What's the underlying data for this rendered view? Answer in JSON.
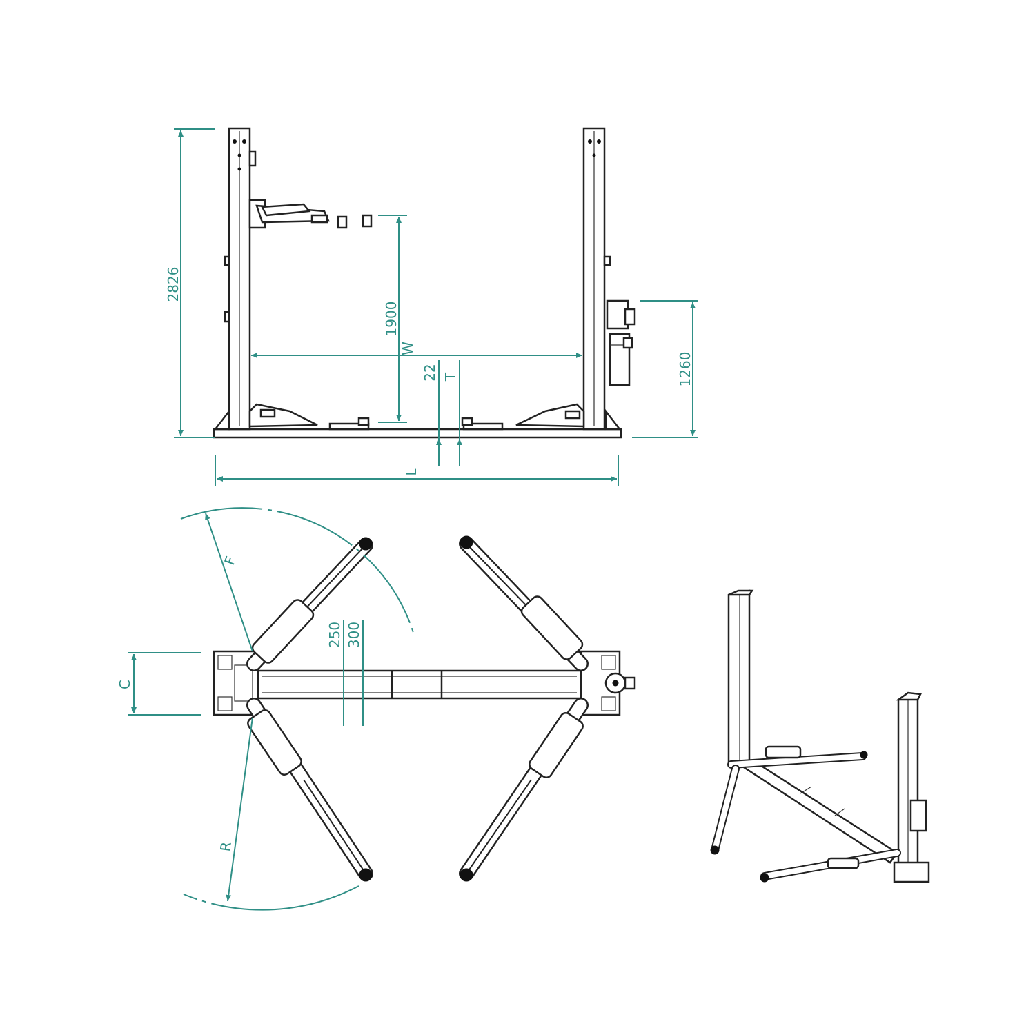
{
  "dimensions": {
    "overall_height": "2826",
    "arm_height": "1900",
    "motor_height": "1260",
    "width_w": "W",
    "dim_22": "22",
    "dim_t": "T",
    "length_l": "L",
    "radius_f": "F",
    "radius_r": "R",
    "dim_250": "250",
    "dim_300": "300",
    "dim_c": "C"
  },
  "colors": {
    "dimension": "#2f8f86",
    "outline": "#222222"
  }
}
